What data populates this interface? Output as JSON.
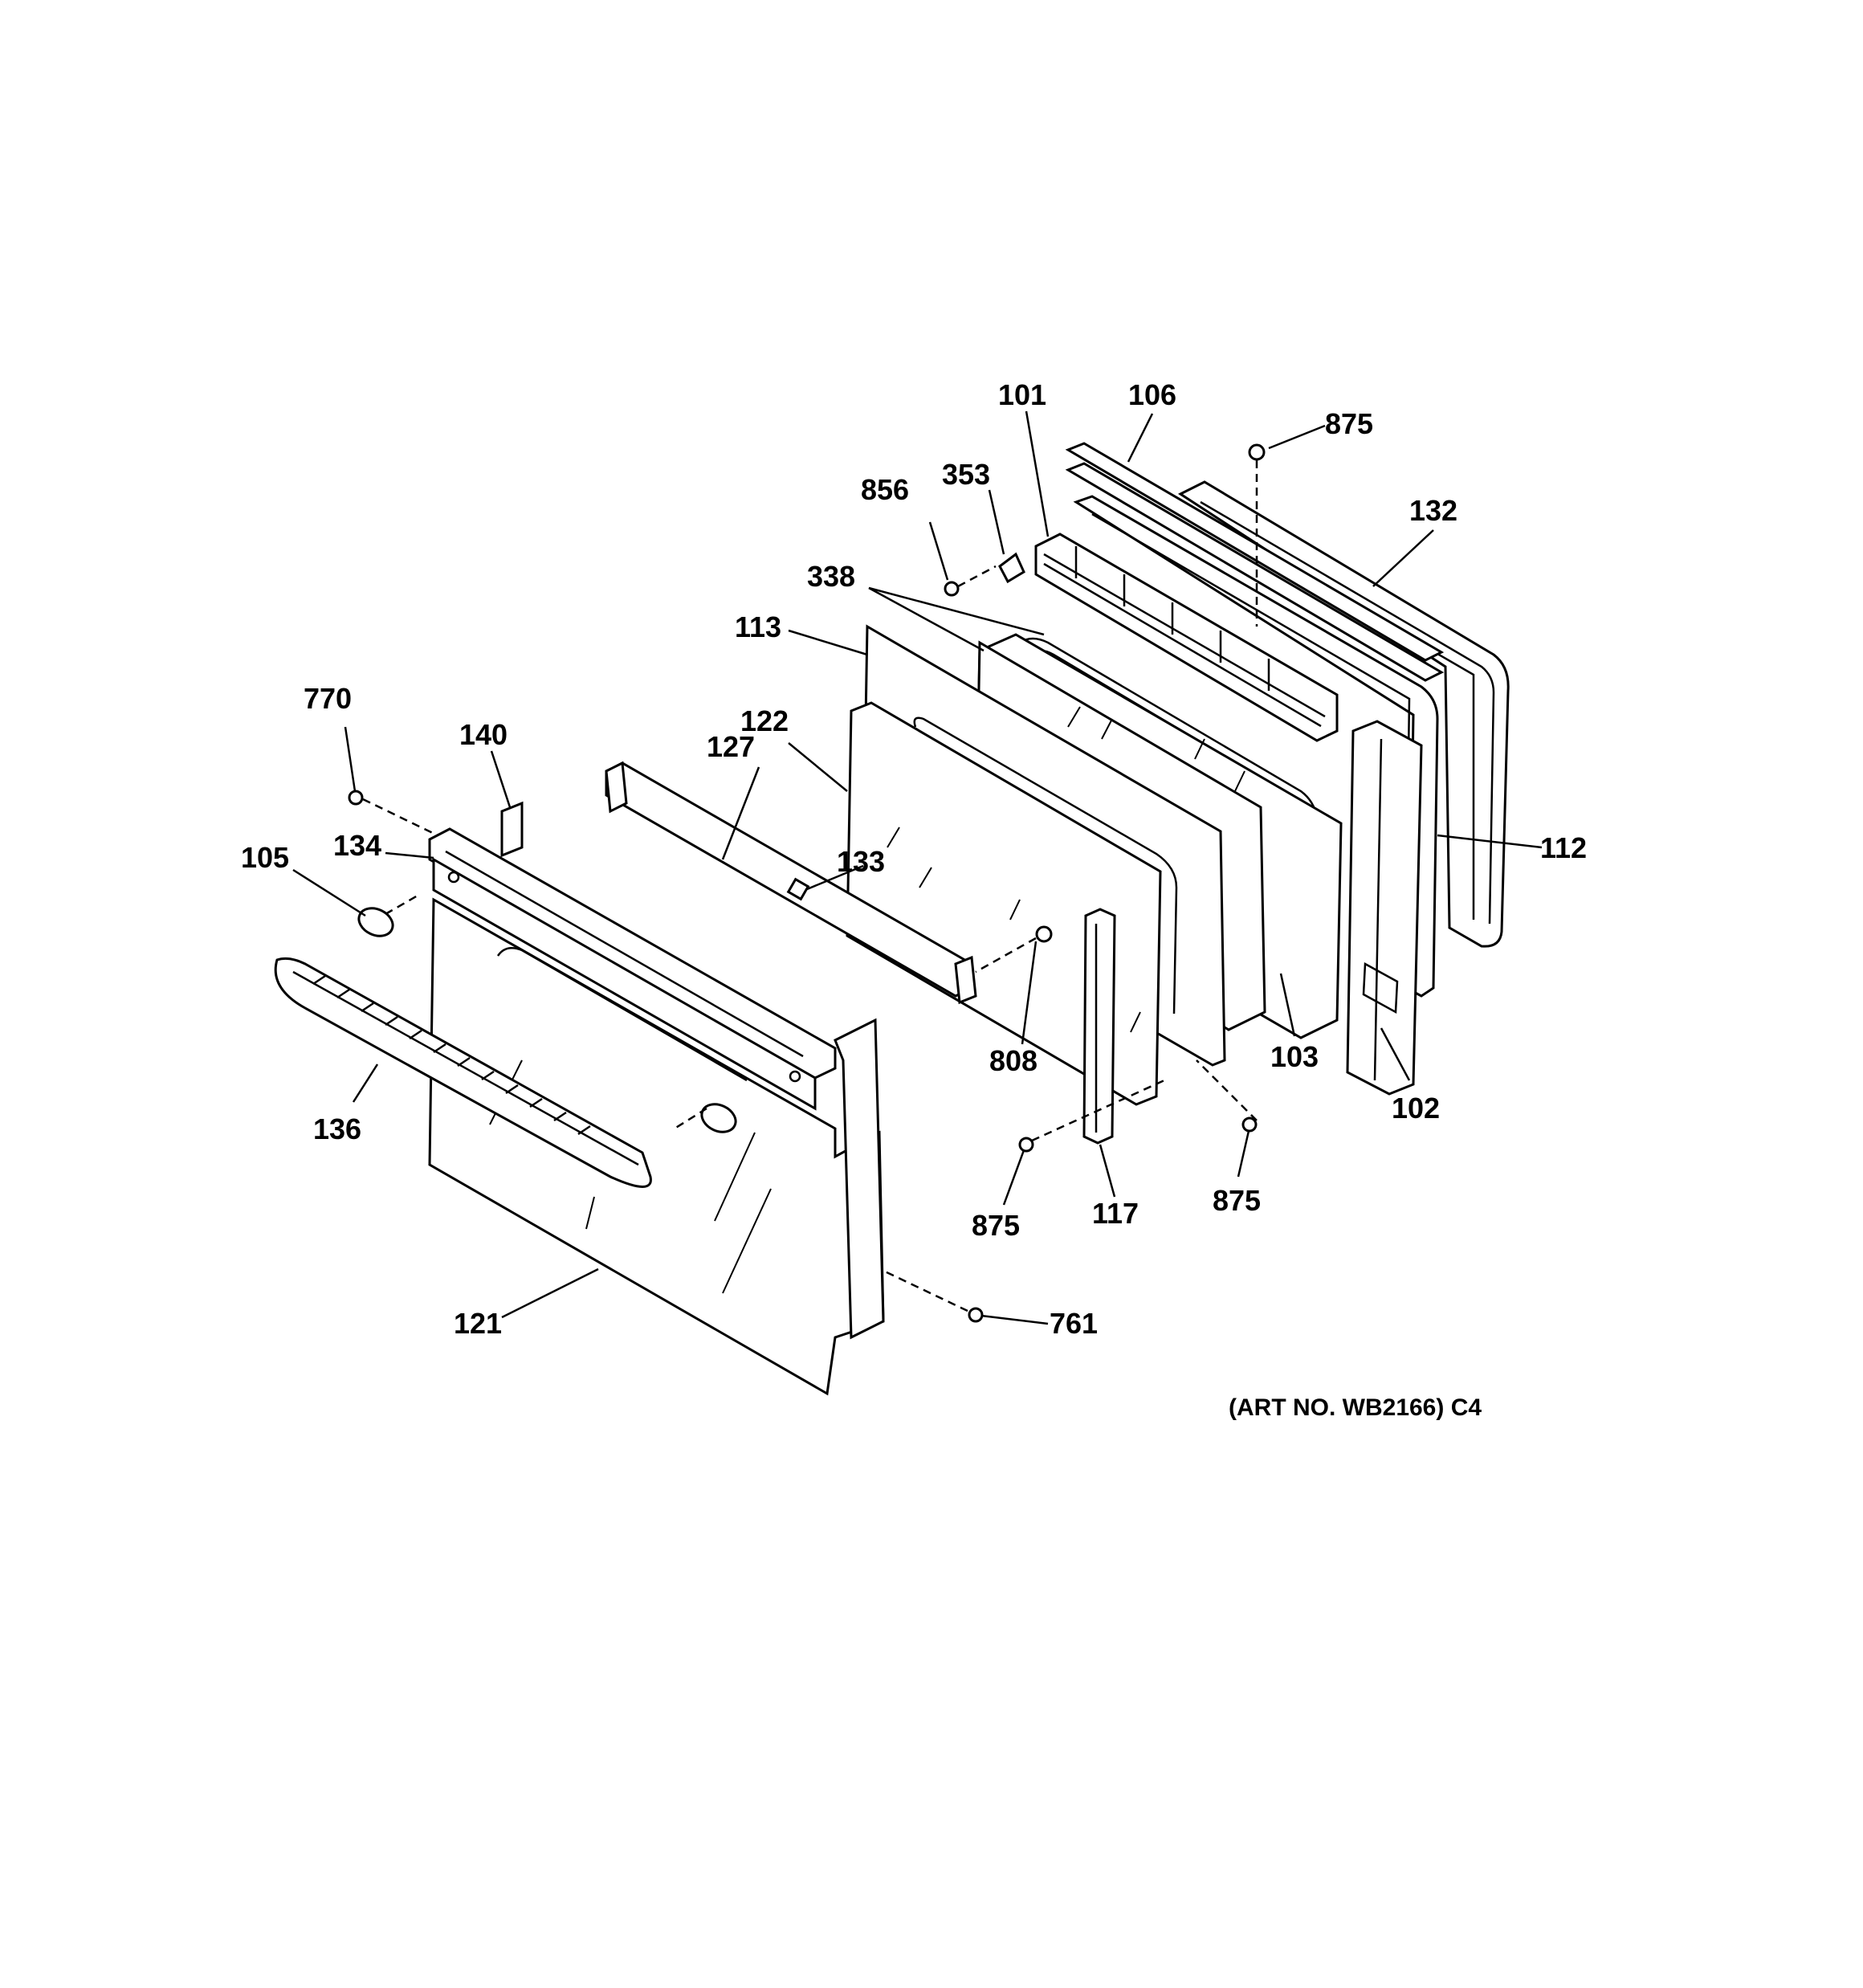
{
  "diagram": {
    "art_number": "(ART NO. WB2166) C4",
    "callouts": {
      "p101": "101",
      "p106": "106",
      "p875_top": "875",
      "p856": "856",
      "p353": "353",
      "p132": "132",
      "p338": "338",
      "p113": "113",
      "p770": "770",
      "p140": "140",
      "p122": "122",
      "p127": "127",
      "p112": "112",
      "p134": "134",
      "p105": "105",
      "p133": "133",
      "p808": "808",
      "p103": "103",
      "p102": "102",
      "p136": "136",
      "p875_left": "875",
      "p117": "117",
      "p875_right": "875",
      "p121": "121",
      "p761": "761"
    }
  }
}
